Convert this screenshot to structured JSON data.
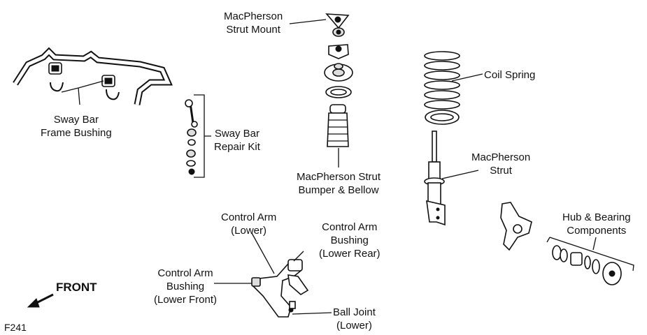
{
  "figure_id": "F241",
  "front_label": "FRONT",
  "labels": {
    "strut_mount": [
      "MacPherson",
      "Strut Mount"
    ],
    "coil_spring": [
      "Coil Spring"
    ],
    "sway_bar_repair_kit": [
      "Sway Bar",
      "Repair Kit"
    ],
    "sway_bar_frame_bushing": [
      "Sway Bar",
      "Frame Bushing"
    ],
    "strut_bumper_bellow": [
      "MacPherson Strut",
      "Bumper & Bellow"
    ],
    "macpherson_strut": [
      "MacPherson",
      "Strut"
    ],
    "hub_bearing": [
      "Hub & Bearing",
      "Components"
    ],
    "control_arm_lower": [
      "Control Arm",
      "(Lower)"
    ],
    "control_arm_bushing_rear": [
      "Control Arm",
      "Bushing",
      "(Lower Rear)"
    ],
    "control_arm_bushing_front": [
      "Control Arm",
      "Bushing",
      "(Lower Front)"
    ],
    "ball_joint": [
      "Ball Joint",
      "(Lower)"
    ]
  }
}
